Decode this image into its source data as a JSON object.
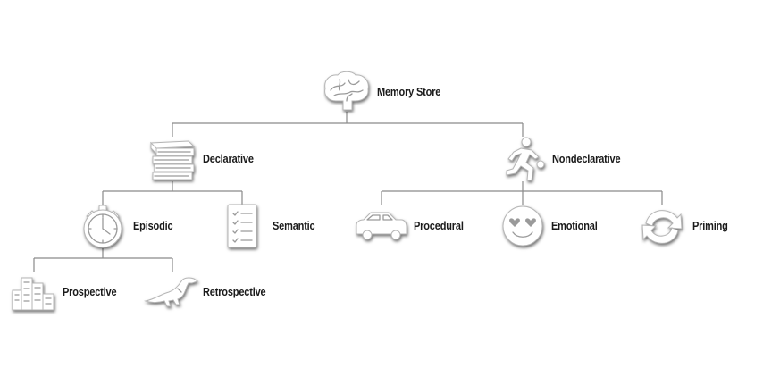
{
  "diagram": {
    "root": {
      "label": "Memory Store",
      "icon": "brain-icon"
    },
    "declarative": {
      "label": "Declarative",
      "icon": "books-stack-icon"
    },
    "nondeclarative": {
      "label": "Nondeclarative",
      "icon": "running-person-icon"
    },
    "episodic": {
      "label": "Episodic",
      "icon": "stopwatch-icon"
    },
    "semantic": {
      "label": "Semantic",
      "icon": "checklist-icon"
    },
    "procedural": {
      "label": "Procedural",
      "icon": "car-icon"
    },
    "emotional": {
      "label": "Emotional",
      "icon": "heart-eyes-face-icon"
    },
    "priming": {
      "label": "Priming",
      "icon": "refresh-arrows-icon"
    },
    "prospective": {
      "label": "Prospective",
      "icon": "city-buildings-icon"
    },
    "retrospective": {
      "label": "Retrospective",
      "icon": "dinosaur-icon"
    }
  }
}
